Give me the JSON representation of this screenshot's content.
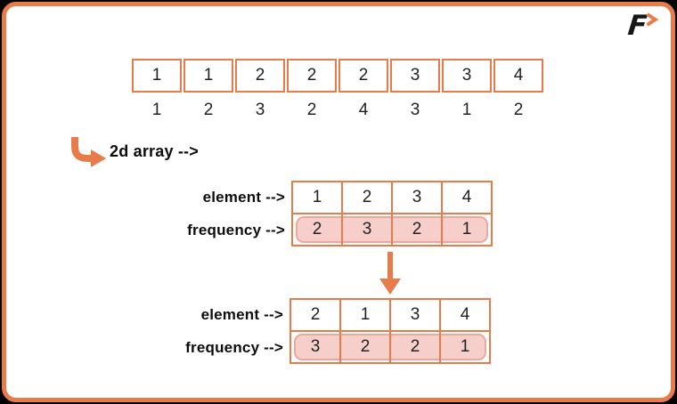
{
  "colors": {
    "orange": "#e87b49",
    "pink-fill": "#f7cfca",
    "pink-border": "#eda89e",
    "page-bg": "#000000",
    "card-bg": "#ffffff",
    "ink": "#222222"
  },
  "logo": {
    "letter": "F"
  },
  "top_array": {
    "cells": [
      "1",
      "1",
      "2",
      "2",
      "2",
      "3",
      "3",
      "4"
    ],
    "below_values": [
      "1",
      "2",
      "3",
      "2",
      "4",
      "3",
      "1",
      "2"
    ]
  },
  "annotation": {
    "label": "2d array -->"
  },
  "freq_table_1": {
    "element_label": "element -->",
    "frequency_label": "frequency -->",
    "elements": [
      "1",
      "2",
      "3",
      "4"
    ],
    "frequencies": [
      "2",
      "3",
      "2",
      "1"
    ]
  },
  "freq_table_2": {
    "element_label": "element -->",
    "frequency_label": "frequency -->",
    "elements": [
      "2",
      "1",
      "3",
      "4"
    ],
    "frequencies": [
      "3",
      "2",
      "2",
      "1"
    ]
  }
}
